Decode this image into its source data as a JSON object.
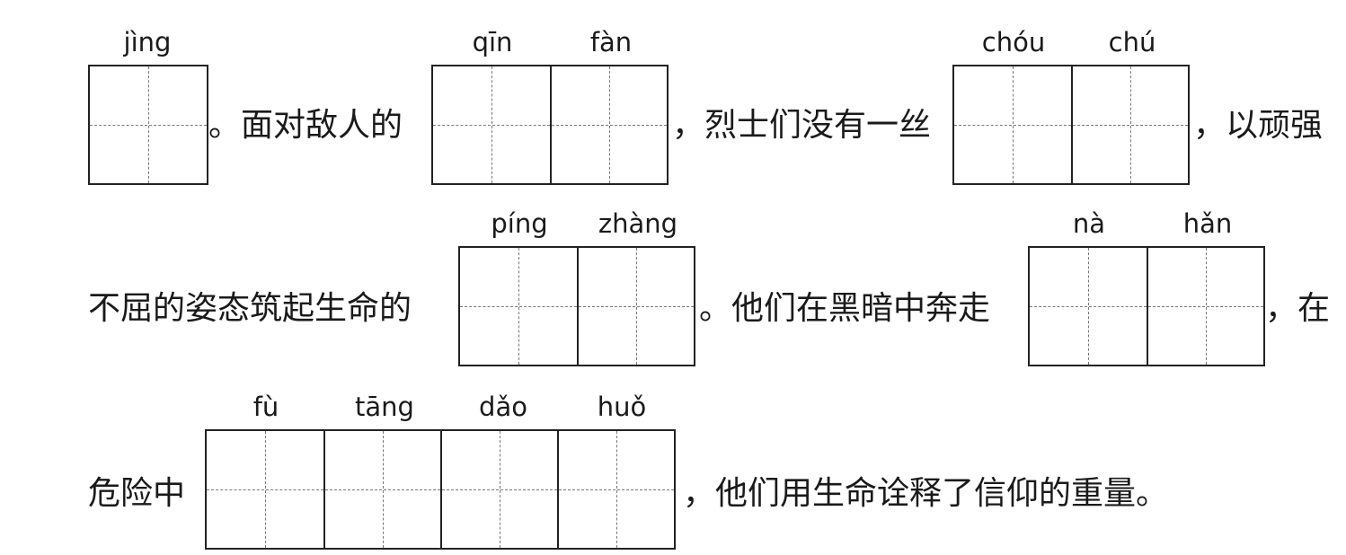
{
  "rows": [
    {
      "segments": {
        "t1": "。面对敌人的",
        "t2": "，烈士们没有一丝",
        "t3": "，以顽强"
      },
      "pinyin": {
        "jing": "jìng",
        "qin": "qīn",
        "fan": "fàn",
        "chou": "chóu",
        "chu": "chú"
      }
    },
    {
      "segments": {
        "t1": "不屈的姿态筑起生命的",
        "t2": "。他们在黑暗中奔走",
        "t3": "，在"
      },
      "pinyin": {
        "ping": "píng",
        "zhang": "zhàng",
        "na": "nà",
        "han": "hǎn"
      }
    },
    {
      "segments": {
        "t1": "危险中",
        "t2": "，他们用生命诠释了信仰的重量。"
      },
      "pinyin": {
        "fu": "fù",
        "tang": "tāng",
        "dao": "dǎo",
        "huo": "huǒ"
      }
    }
  ]
}
